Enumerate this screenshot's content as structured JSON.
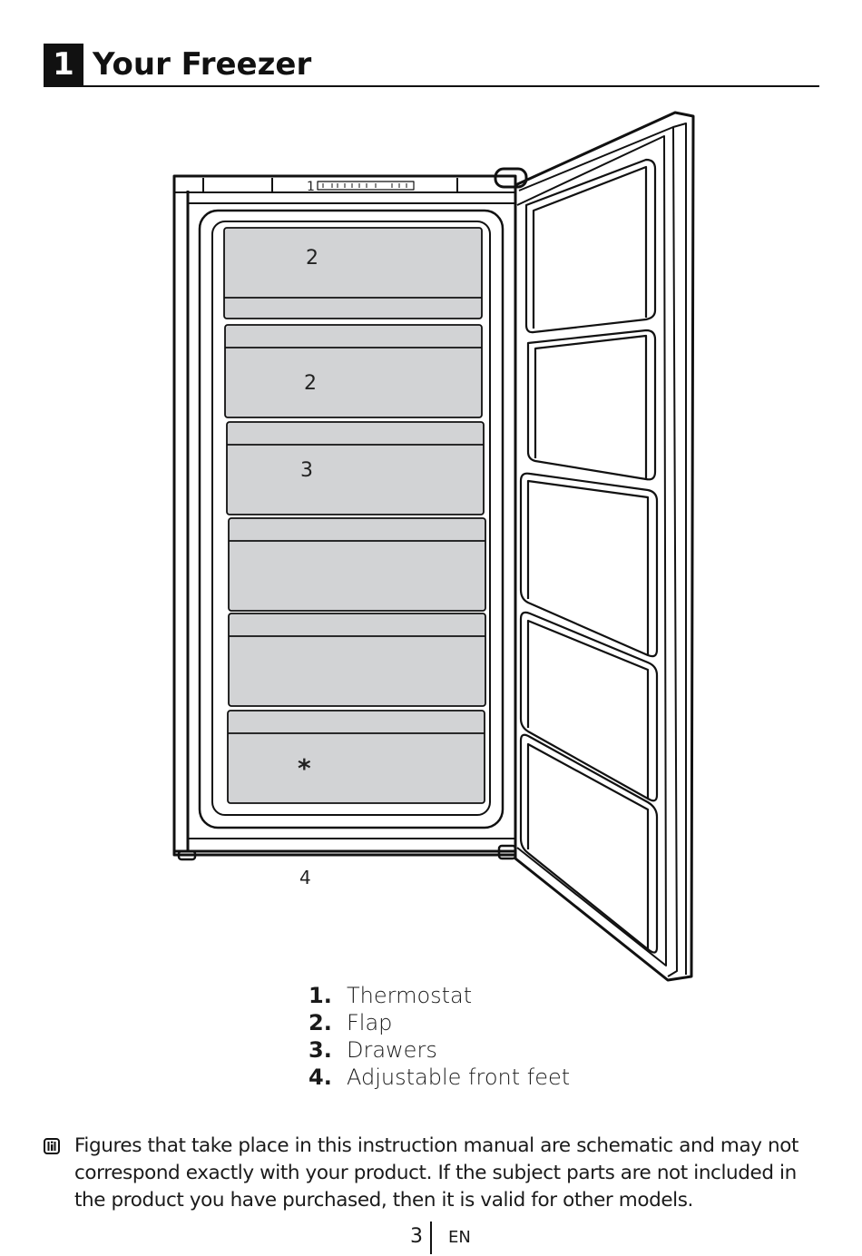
{
  "header": {
    "chapter_number": "1",
    "title": "Your Freezer"
  },
  "figure": {
    "callouts": [
      {
        "id": "thermostat",
        "label": "1"
      },
      {
        "id": "flap-1",
        "label": "2"
      },
      {
        "id": "flap-2",
        "label": "2"
      },
      {
        "id": "drawers",
        "label": "3"
      },
      {
        "id": "optional",
        "label": "*"
      },
      {
        "id": "feet",
        "label": "4"
      }
    ]
  },
  "legend": [
    {
      "number": "1.",
      "text": "Thermostat"
    },
    {
      "number": "2.",
      "text": "Flap"
    },
    {
      "number": "3.",
      "text": "Drawers"
    },
    {
      "number": "4.",
      "text": "Adjustable front feet"
    }
  ],
  "note": {
    "icon": "info-icon",
    "text": "Figures that take place in this instruction manual are schematic and may not correspond exactly with your product. If the subject parts are not included in the product you have purchased, then it is valid for other models."
  },
  "footer": {
    "page_number": "3",
    "language": "EN"
  }
}
